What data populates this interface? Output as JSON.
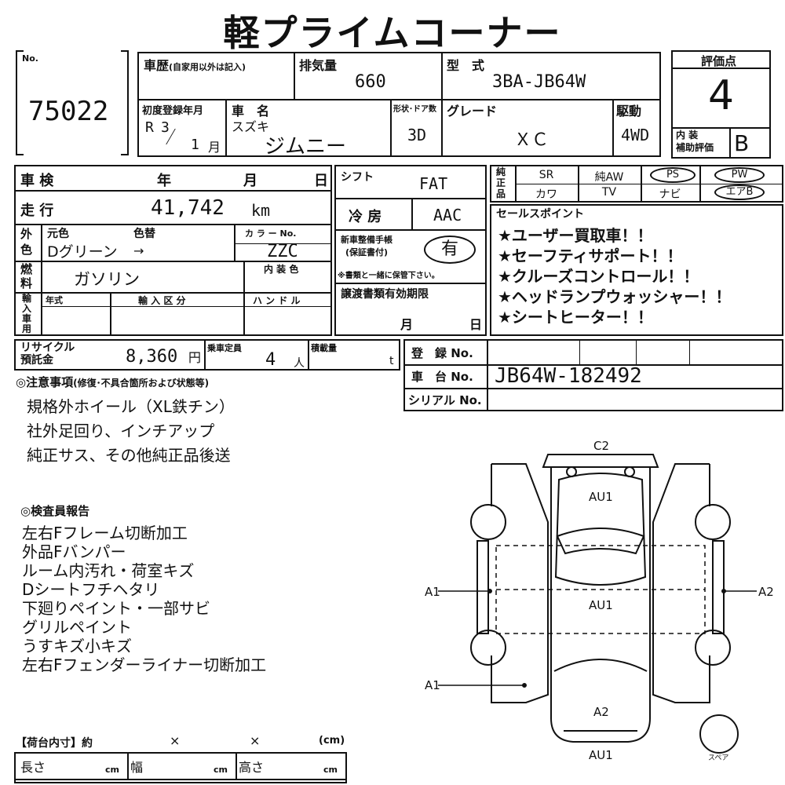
{
  "title": "軽プライムコーナー",
  "lot": {
    "label": "No.",
    "number": "75022"
  },
  "history": {
    "label": "車歴",
    "sub": "(自家用以外は記入)"
  },
  "displacement": {
    "label": "排気量",
    "value": "660"
  },
  "model": {
    "label": "型　式",
    "value": "3BA-JB64W"
  },
  "rating": {
    "label": "評価点",
    "value": "4",
    "interior_label": "内 装\n補助評価",
    "interior_value": "B"
  },
  "first_reg": {
    "label": "初度登録年月",
    "era": "R",
    "year": "3",
    "month": "1",
    "month_unit": "月"
  },
  "car_name": {
    "label": "車　名",
    "maker": "スズキ",
    "name": "ジムニー"
  },
  "shape_door": {
    "label": "形状･ドア数",
    "value": "3D"
  },
  "grade": {
    "label": "グレード",
    "value": "ＸＣ"
  },
  "drive": {
    "label": "駆動",
    "value": "4WD"
  },
  "inspection": {
    "label": "車 検",
    "year": "年",
    "month": "月",
    "day": "日"
  },
  "mileage": {
    "label": "走 行",
    "value": "41,742",
    "unit": "km"
  },
  "color": {
    "side_label": "外\n色",
    "orig_label": "元色",
    "change_label": "色替",
    "orig_value": "Dグリーン",
    "arrow": "→",
    "code_label": "カ ラ ー No.",
    "code_value": "ZZC"
  },
  "fuel": {
    "side_label": "燃\n料",
    "value": "ガソリン",
    "interior_color_label": "内 装 色"
  },
  "import": {
    "side_label": "輸\n入\n車\n用",
    "year_label": "年式",
    "type_label": "輸 入 区 分",
    "handle_label": "ハ ン ド ル"
  },
  "shift": {
    "label": "シフト",
    "value": "FAT"
  },
  "ac": {
    "label": "冷 房",
    "value": "AAC"
  },
  "warranty": {
    "label": "新車整備手帳\n(保証書付)",
    "value": "有",
    "note": "※書類と一緒に保管下さい。"
  },
  "transfer": {
    "label": "譲渡書類有効期限",
    "month": "月",
    "day": "日"
  },
  "equipment": {
    "side_label": "純\n正\n品",
    "row1": [
      "SR",
      "純AW",
      "PS",
      "PW"
    ],
    "row2": [
      "カワ",
      "TV",
      "ナビ",
      "エアB"
    ]
  },
  "sales_points": {
    "label": "セールスポイント",
    "items": [
      "★ユーザー買取車！！",
      "★セーフティサポート！！",
      "★クルーズコントロール！！",
      "★ヘッドランプウォッシャー！！",
      "★シートヒーター！！"
    ]
  },
  "recycle": {
    "label": "リサイクル\n預託金",
    "value": "8,360",
    "unit": "円"
  },
  "capacity": {
    "label": "乗車定員",
    "value": "4",
    "unit": "人"
  },
  "load": {
    "label": "積載量",
    "unit": "t"
  },
  "registration": {
    "label": "登　録 No."
  },
  "chassis": {
    "label": "車　台 No.",
    "value": "JB64W-182492"
  },
  "serial": {
    "label": "シリアル No."
  },
  "notes": {
    "label": "◎注意事項",
    "sub": "(修復･不具合箇所および状態等)",
    "items": [
      "規格外ホイール（XL鉄チン）",
      "社外足回り、インチアップ",
      "純正サス、その他純正品後送"
    ]
  },
  "inspector": {
    "label": "◎検査員報告",
    "items": [
      "左右Fフレーム切断加工",
      "外品Fバンパー",
      "ルーム内汚れ・荷室キズ",
      "Dシートフチヘタリ",
      "下廻りペイント・一部サビ",
      "グリルペイント",
      "うすキズ小キズ",
      "左右Fフェンダーライナー切断加工"
    ]
  },
  "diagram": {
    "marks": [
      "C2",
      "AU1",
      "AU1",
      "A1",
      "A2",
      "A1",
      "A2",
      "AU1"
    ],
    "spare": "スペア"
  },
  "cargo": {
    "label": "【荷台内寸】約",
    "x1": "×",
    "x2": "×",
    "unit_label": "(cm)",
    "length": "長さ",
    "width": "幅",
    "height": "高さ",
    "cm": "cm"
  }
}
